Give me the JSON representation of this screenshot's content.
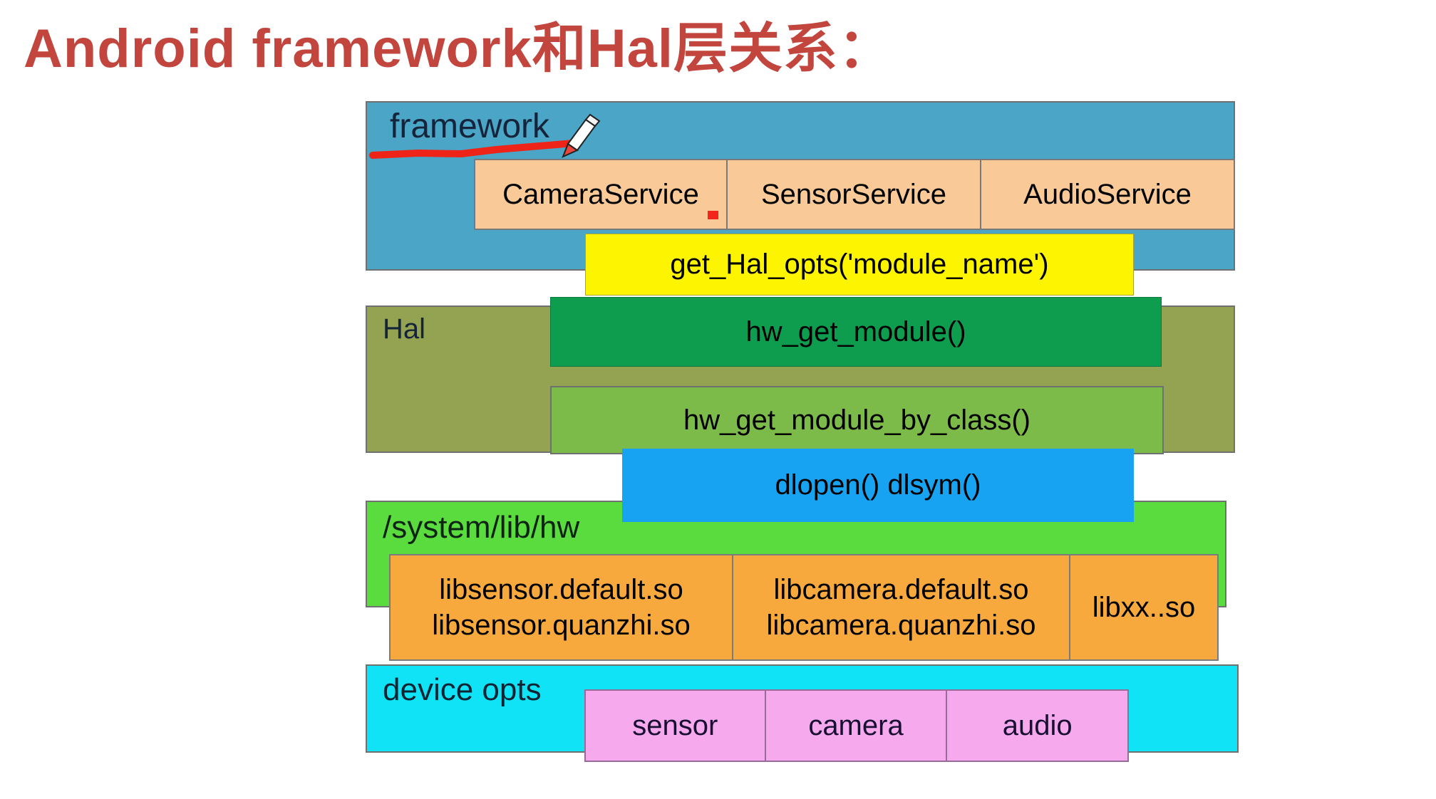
{
  "title": "Android framework和Hal层关系：",
  "framework": {
    "label": "framework",
    "services": [
      "CameraService",
      "SensorService",
      "AudioService"
    ]
  },
  "calls": {
    "get_hal_opts": "get_Hal_opts('module_name')",
    "hw_get_module": "hw_get_module()",
    "hw_get_module_by_class": "hw_get_module_by_class()",
    "dlopen": "dlopen() dlsym()"
  },
  "hal": {
    "label": "Hal"
  },
  "system_lib": {
    "label": "/system/lib/hw",
    "libs": [
      [
        "libsensor.default.so",
        "libsensor.quanzhi.so"
      ],
      [
        "libcamera.default.so",
        "libcamera.quanzhi.so"
      ],
      [
        "libxx..so"
      ]
    ]
  },
  "device_opts": {
    "label": "device opts",
    "devices": [
      "sensor",
      "camera",
      "audio"
    ]
  },
  "colors": {
    "title_red": "#C2453E",
    "framework_blue": "#4AA5C6",
    "service_peach": "#F9C998",
    "call_yellow": "#FDF402",
    "hal_olive": "#93A351",
    "module_green_dark": "#0E9C4E",
    "module_green_light": "#7CBA4A",
    "system_green": "#5BDC3E",
    "dlopen_blue": "#17A3F2",
    "lib_orange": "#F7A93E",
    "device_cyan": "#10E3F6",
    "device_pink": "#F7A9EE",
    "annotation_red": "#EE2418"
  }
}
